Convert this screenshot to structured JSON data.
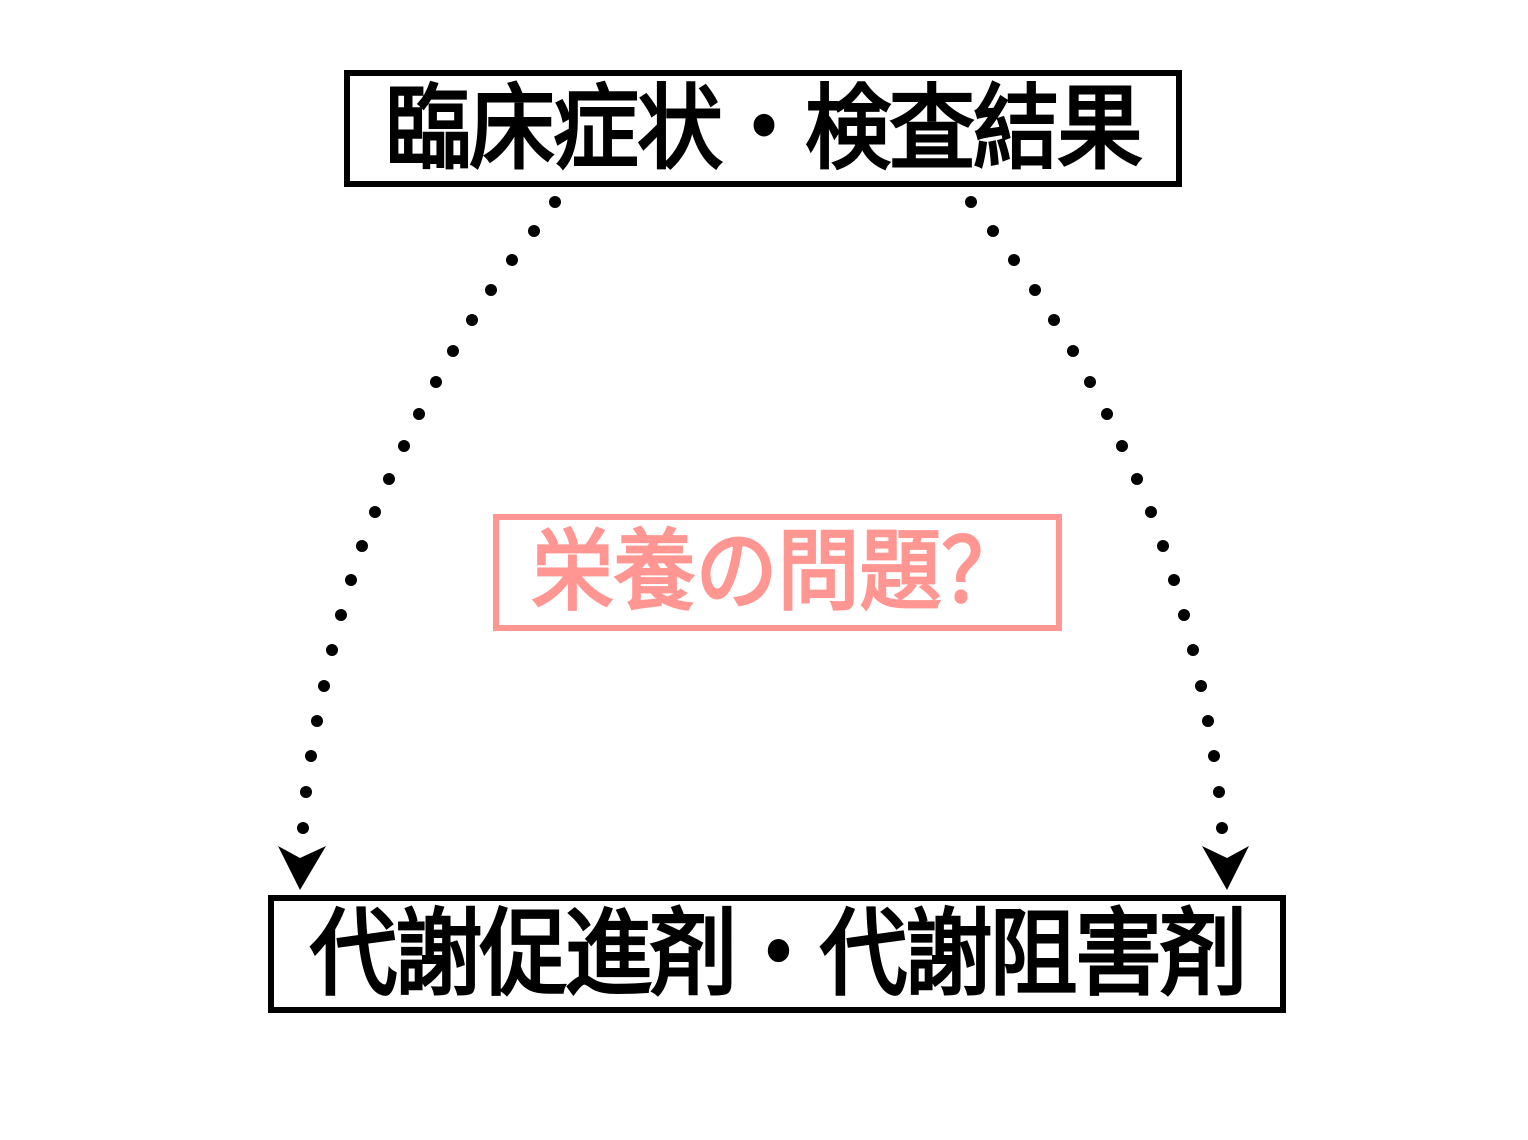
{
  "diagram": {
    "top_node": {
      "label": "臨床症状・検査結果",
      "border_color": "#000000",
      "text_color": "#000000"
    },
    "center_node": {
      "label": "栄養の問題？",
      "border_color": "#ff9691",
      "text_color": "#ff9691"
    },
    "bottom_node": {
      "label": "代謝促進剤・代謝阻害剤",
      "border_color": "#000000",
      "text_color": "#000000"
    },
    "edges": [
      {
        "from": "top_node",
        "to": "bottom_node",
        "style": "dotted-curve",
        "side": "left",
        "arrow": "barbed-down"
      },
      {
        "from": "top_node",
        "to": "bottom_node",
        "style": "dotted-curve",
        "side": "right",
        "arrow": "barbed-down"
      }
    ]
  }
}
